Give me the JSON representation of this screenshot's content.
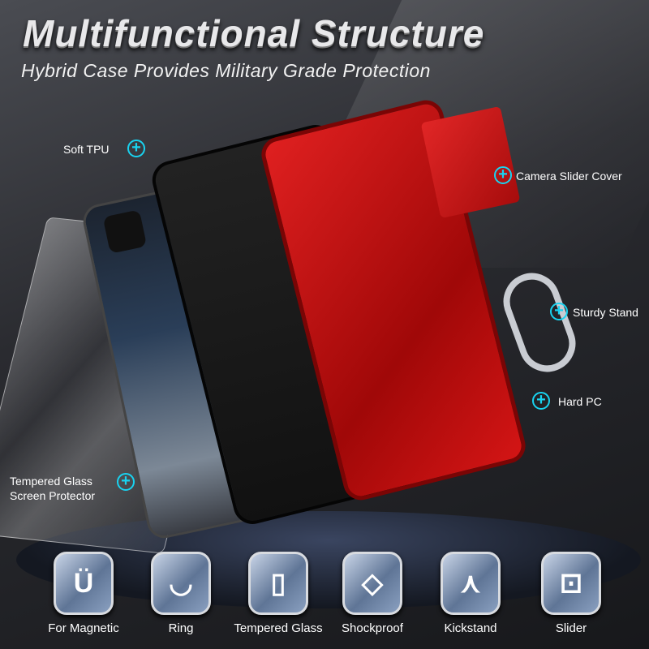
{
  "title": "Multifunctional Structure",
  "subtitle": "Hybrid Case Provides Military Grade Protection",
  "callouts": {
    "soft_tpu": "Soft TPU",
    "camera_slider": "Camera Slider Cover",
    "sturdy_stand": "Sturdy Stand",
    "hard_pc": "Hard PC",
    "glass_line1": "Tempered Glass",
    "glass_line2": "Screen Protector"
  },
  "features": [
    {
      "label": "For Magnetic",
      "icon": "magnet-icon",
      "glyph": "Ü"
    },
    {
      "label": "Ring",
      "icon": "ring-icon",
      "glyph": "◡"
    },
    {
      "label": "Tempered Glass",
      "icon": "tempered-glass-icon",
      "glyph": "▯"
    },
    {
      "label": "Shockproof",
      "icon": "shockproof-icon",
      "glyph": "◇"
    },
    {
      "label": "Kickstand",
      "icon": "kickstand-icon",
      "glyph": "⋏"
    },
    {
      "label": "Slider",
      "icon": "slider-icon",
      "glyph": "⊡"
    }
  ],
  "colors": {
    "accent": "#19d3f0",
    "case": "#d41515"
  }
}
